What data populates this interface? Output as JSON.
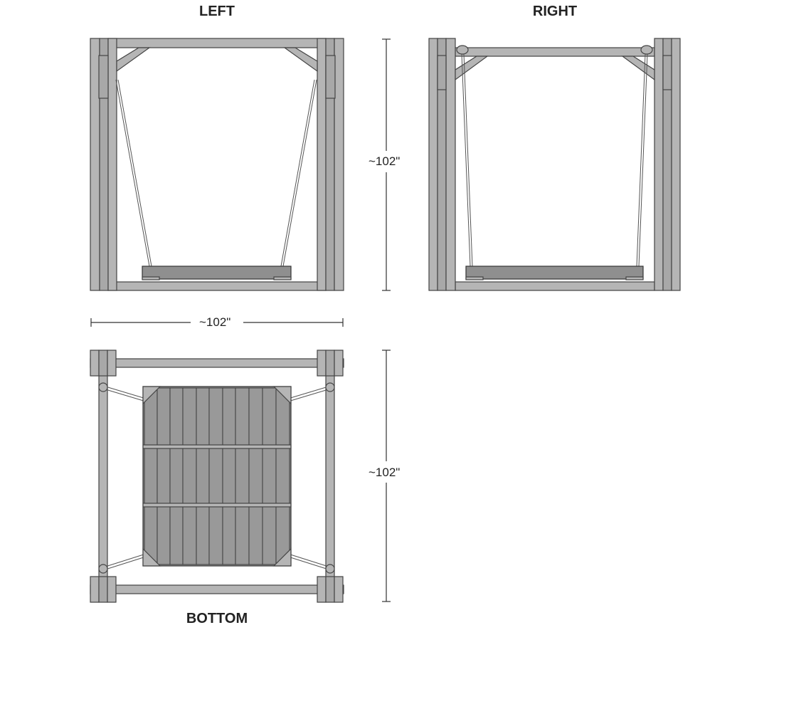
{
  "views": {
    "left": {
      "title": "LEFT"
    },
    "right": {
      "title": "RIGHT"
    },
    "bottom": {
      "title": "BOTTOM"
    }
  },
  "dimensions": {
    "height_top": "~102\"",
    "width": "~102\"",
    "depth_bottom": "~102\""
  },
  "colors": {
    "frame_fill": "#b5b5b5",
    "frame_stroke": "#444444",
    "seat_fill": "#8f8f8f",
    "dimension_line": "#333333"
  }
}
